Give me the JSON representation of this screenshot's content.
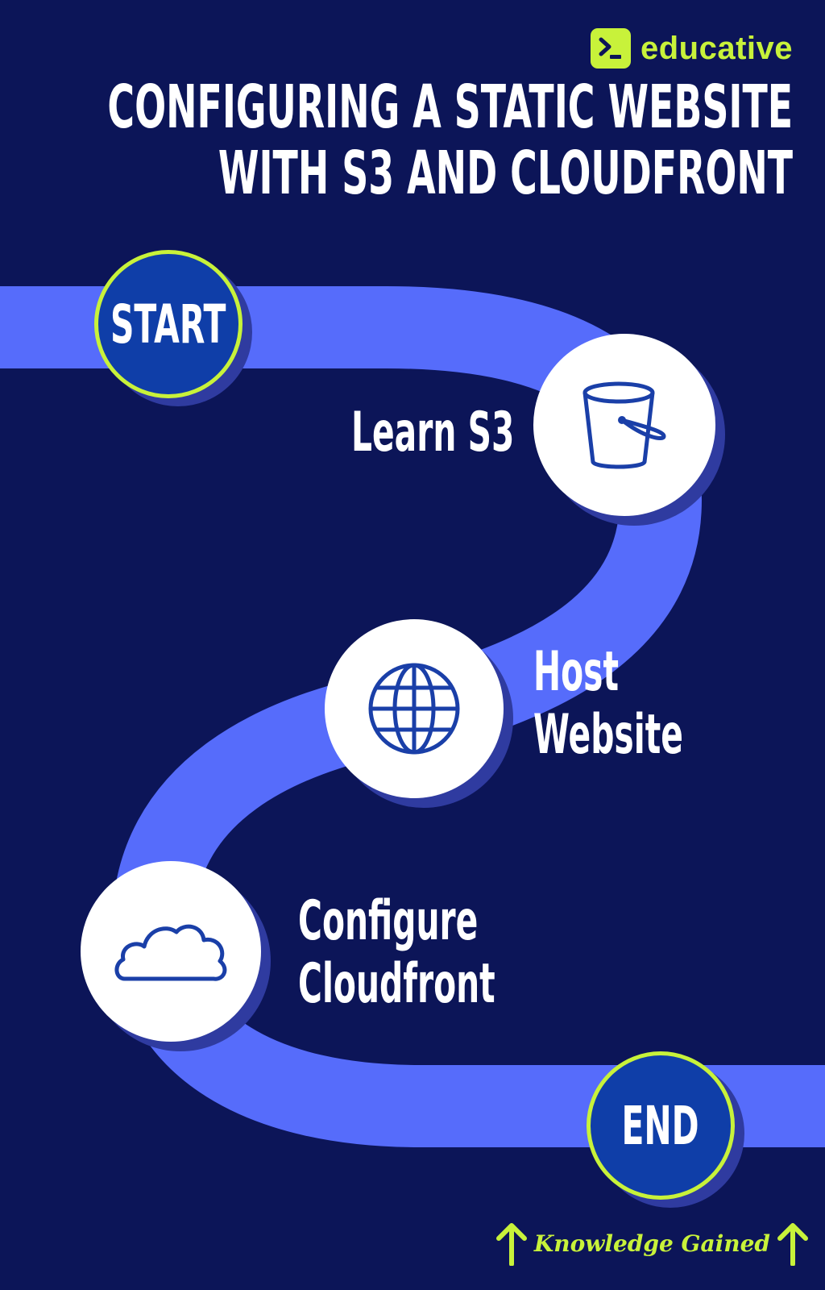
{
  "brand": {
    "name": "educative",
    "icon": "terminal-prompt-icon"
  },
  "title": {
    "line1": "CONFIGURING A STATIC WEBSITE",
    "line2": "WITH S3 AND CLOUDFRONT"
  },
  "start": {
    "label": "START"
  },
  "steps": [
    {
      "label": "Learn S3",
      "icon": "bucket-icon"
    },
    {
      "label_line1": "Host",
      "label_line2": "Website",
      "icon": "globe-icon"
    },
    {
      "label_line1": "Configure",
      "label_line2": "Cloudfront",
      "icon": "cloud-icon"
    }
  ],
  "end": {
    "label": "END"
  },
  "footer": {
    "text": "Knowledge Gained",
    "icon": "arrow-up-icon"
  },
  "colors": {
    "background": "#0c1558",
    "road": "#566cfb",
    "accent": "#c8f23a",
    "stop_fill": "#0f3ea8",
    "node_fill": "#ffffff",
    "icon_stroke": "#1a3fa8",
    "shadow": "#2f3ba0"
  }
}
